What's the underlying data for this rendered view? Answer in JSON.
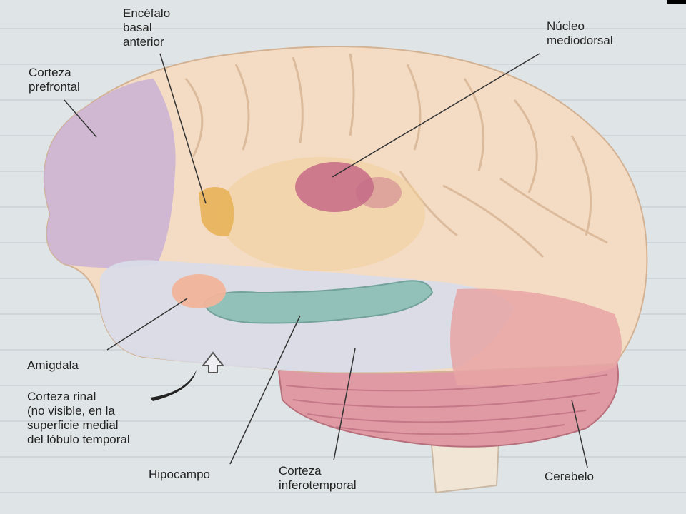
{
  "labels": {
    "encefalo": "Encéfalo\nbasal\nanterior",
    "corteza_prefrontal": "Corteza\nprefrontal",
    "nucleo": "Núcleo\nmediodorsal",
    "amigdala": "Amígdala",
    "corteza_rinal": "Corteza rinal\n(no visible, en la\nsuperficie medial\ndel lóbulo temporal",
    "hipocampo": "Hipocampo",
    "corteza_inferotemporal": "Corteza\ninferotemporal",
    "cerebelo": "Cerebelo"
  },
  "colors": {
    "background": "#dfe4e6",
    "cortex": "#f4dcc4",
    "prefrontal": "#c9b1d6",
    "temporal": "#d9dbe8",
    "inferotemporal": "#e8a4a4",
    "cerebellum": "#e09aa4",
    "hippocampus": "#8fc0b8",
    "mediodorsal": "#c46a86",
    "basal_forebrain": "#e8b25a",
    "amygdala": "#f2b49a",
    "thalamus": "#f3cf9a"
  }
}
